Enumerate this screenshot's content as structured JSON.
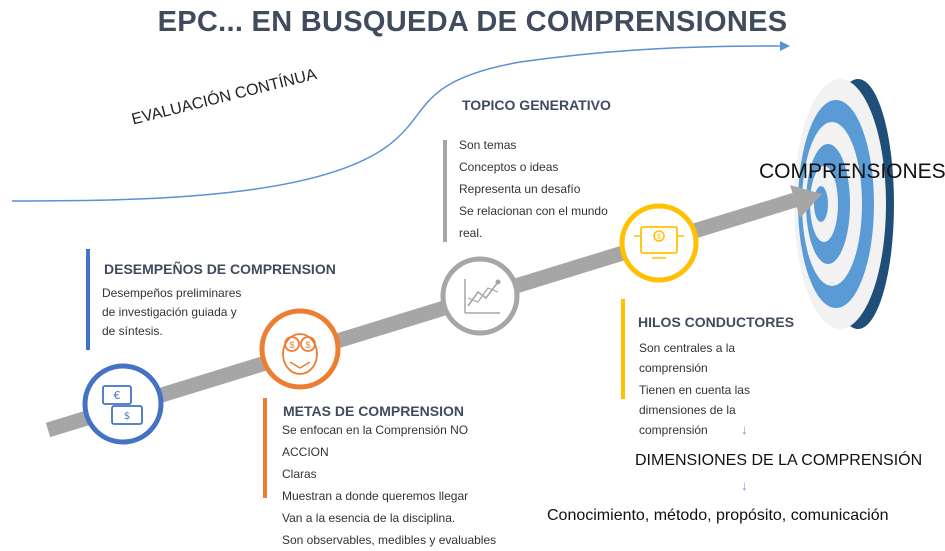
{
  "title": "EPC... EN BUSQUEDA DE COMPRENSIONES",
  "curve_label": "EVALUACIÓN CONTÍNUA",
  "target_label": "COMPRENSIONES",
  "sections": {
    "desempenos": {
      "heading": "DESEMPEÑOS DE COMPRENSION",
      "items": [
        "Desempeños preliminares",
        "de investigación guiada y",
        "de síntesis."
      ],
      "icon": "money-exchange-icon",
      "color": "#4472c4"
    },
    "metas": {
      "heading": "METAS DE COMPRENSION",
      "items": [
        "Se enfocan en la Comprensión NO ACCION",
        "Claras",
        "Muestran a donde queremos llegar",
        "Van a la esencia de la disciplina.",
        "Son observables, medibles y evaluables"
      ],
      "icon": "owl-icon",
      "color": "#ed7d31"
    },
    "topico": {
      "heading": "TOPICO GENERATIVO",
      "items": [
        "Son temas",
        "Conceptos o ideas",
        "Representa un desafío",
        "Se relacionan con el mundo real."
      ],
      "icon": "chart-icon",
      "color": "#a5a5a5"
    },
    "hilos": {
      "heading": "HILOS CONDUCTORES",
      "items": [
        "Son centrales a la comprensión",
        "Tienen en cuenta las dimensiones de la comprensión"
      ],
      "icon": "money-transfer-icon",
      "color": "#ffc000"
    }
  },
  "dimensions_label": "DIMENSIONES DE LA COMPRENSIÓN",
  "dimensions_list": "Conocimiento, método, propósito, comunicación",
  "colors": {
    "arrow": "#a6a6a6",
    "curve": "#4472c4",
    "target_dark": "#1f4e79",
    "target_light": "#5b9bd5"
  }
}
